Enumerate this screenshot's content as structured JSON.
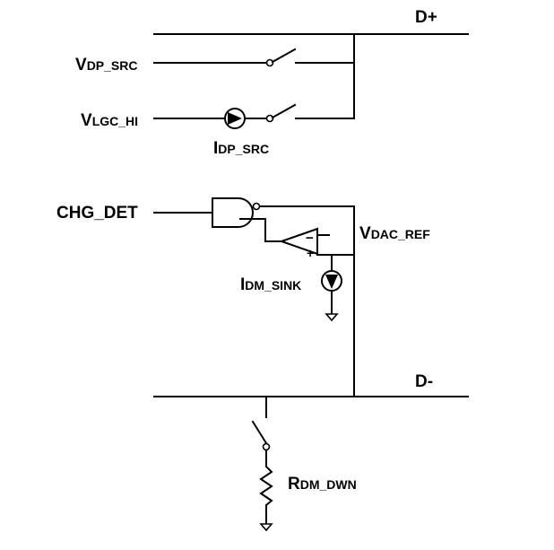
{
  "nets": {
    "d_plus": "D+",
    "d_minus": "D-",
    "chg_det": "CHG_DET"
  },
  "labels": {
    "vdp_src": {
      "main": "V",
      "sub": "DP_SRC"
    },
    "vlgc_hi": {
      "main": "V",
      "sub": "LGC_HI"
    },
    "idp_src": {
      "main": "I",
      "sub": "DP_SRC"
    },
    "vdac_ref": {
      "main": "V",
      "sub": "DAC_REF"
    },
    "idm_sink": {
      "main": "I",
      "sub": "DM_SINK"
    },
    "rdm_dwn": {
      "main": "R",
      "sub": "DM_DWN"
    }
  },
  "opamp": {
    "minus": "−",
    "plus": "+"
  }
}
